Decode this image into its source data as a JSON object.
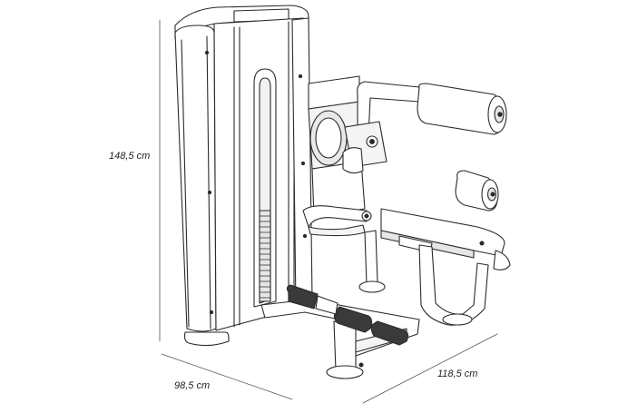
{
  "dimensions": {
    "height": "148,5 cm",
    "width": "98,5 cm",
    "depth": "118,5 cm"
  },
  "colors": {
    "line": "#2b2b2b",
    "fill": "#ffffff",
    "shade": "#e6e6e6",
    "dim_line": "#555555"
  }
}
